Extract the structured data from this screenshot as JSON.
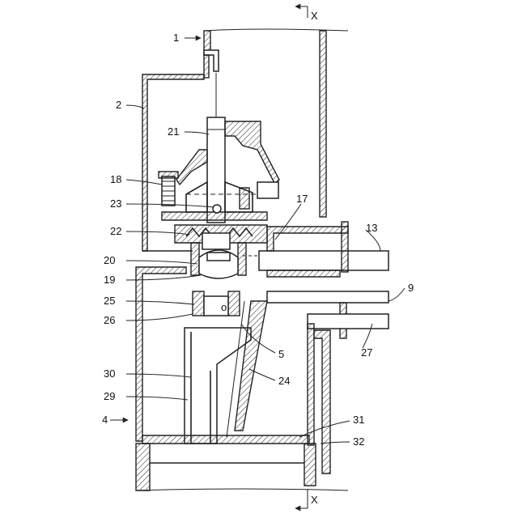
{
  "section_marker_top": "X",
  "section_marker_bottom": "X",
  "labels": {
    "l1": "1",
    "l2": "2",
    "l4": "4",
    "l5": "5",
    "l9": "9",
    "l13": "13",
    "l17": "17",
    "l18": "18",
    "l19": "19",
    "l20": "20",
    "l21": "21",
    "l22": "22",
    "l23": "23",
    "l24": "24",
    "l25": "25",
    "l26": "26",
    "l27": "27",
    "l29": "29",
    "l30": "30",
    "l31": "31",
    "l32": "32"
  },
  "small_mark": "o"
}
